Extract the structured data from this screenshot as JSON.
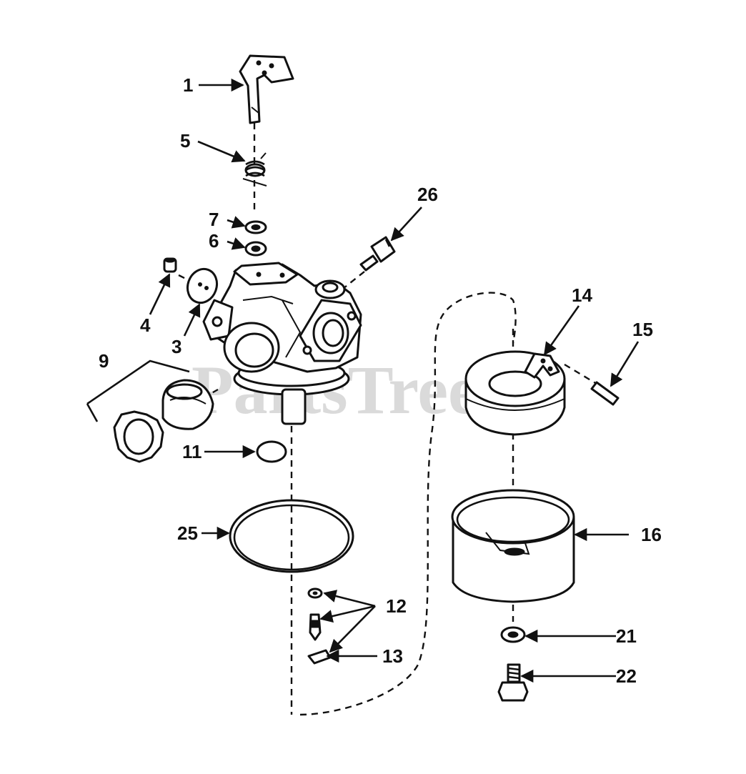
{
  "watermark": "PartsTree",
  "callouts": {
    "c1": "1",
    "c5": "5",
    "c7": "7",
    "c6": "6",
    "c4": "4",
    "c3": "3",
    "c26": "26",
    "c9": "9",
    "c11": "11",
    "c25": "25",
    "c12": "12",
    "c13": "13",
    "c14": "14",
    "c15": "15",
    "c16": "16",
    "c21": "21",
    "c22": "22"
  },
  "colors": {
    "ink": "#111111",
    "background": "#ffffff",
    "watermark": "#bdbdbd"
  }
}
